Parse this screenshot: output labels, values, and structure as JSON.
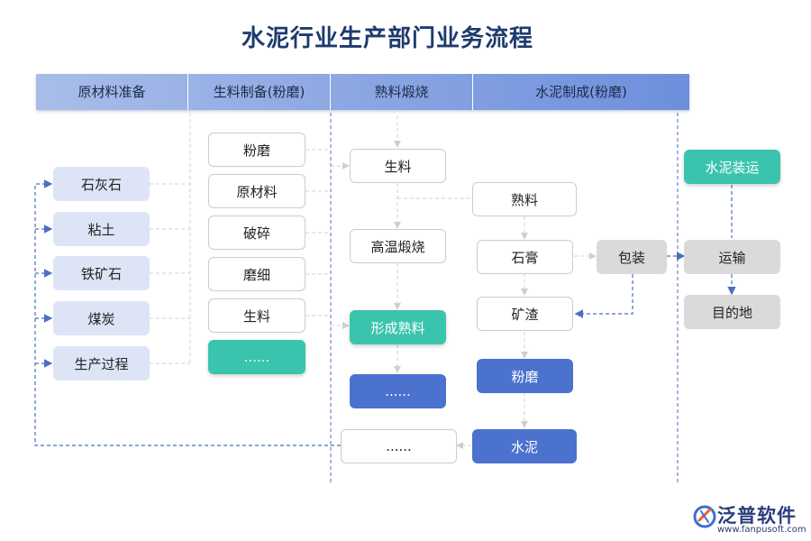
{
  "title": "水泥行业生产部门业务流程",
  "columns": [
    "原材料准备",
    "生料制备(粉磨)",
    "熟料煅烧",
    "水泥制成(粉磨)"
  ],
  "col1_nodes": [
    "石灰石",
    "粘土",
    "铁矿石",
    "煤炭",
    "生产过程"
  ],
  "col2_nodes": [
    "粉磨",
    "原材料",
    "破碎",
    "磨细",
    "生料",
    "......"
  ],
  "col3_nodes": {
    "raw": "生料",
    "calcine": "高温煅烧",
    "form": "形成熟料",
    "dots_blue": "......",
    "dots_white": "......"
  },
  "col4_nodes": {
    "clinker": "熟料",
    "gypsum": "石膏",
    "slag": "矿渣",
    "grind": "粉磨",
    "cement": "水泥"
  },
  "pack": "包装",
  "col5_nodes": {
    "load": "水泥装运",
    "transport": "运输",
    "destination": "目的地"
  },
  "logo": {
    "name": "泛普软件",
    "url": "www.fanpusoft.com"
  },
  "colors": {
    "title": "#1f3a6e",
    "header_start": "#a9bde9",
    "header_end": "#6d8fdc",
    "lavender": "#dde4f5",
    "teal": "#3bc4ad",
    "blue": "#4b72cf",
    "grey": "#dadada",
    "connector": "#4a6fc4"
  }
}
